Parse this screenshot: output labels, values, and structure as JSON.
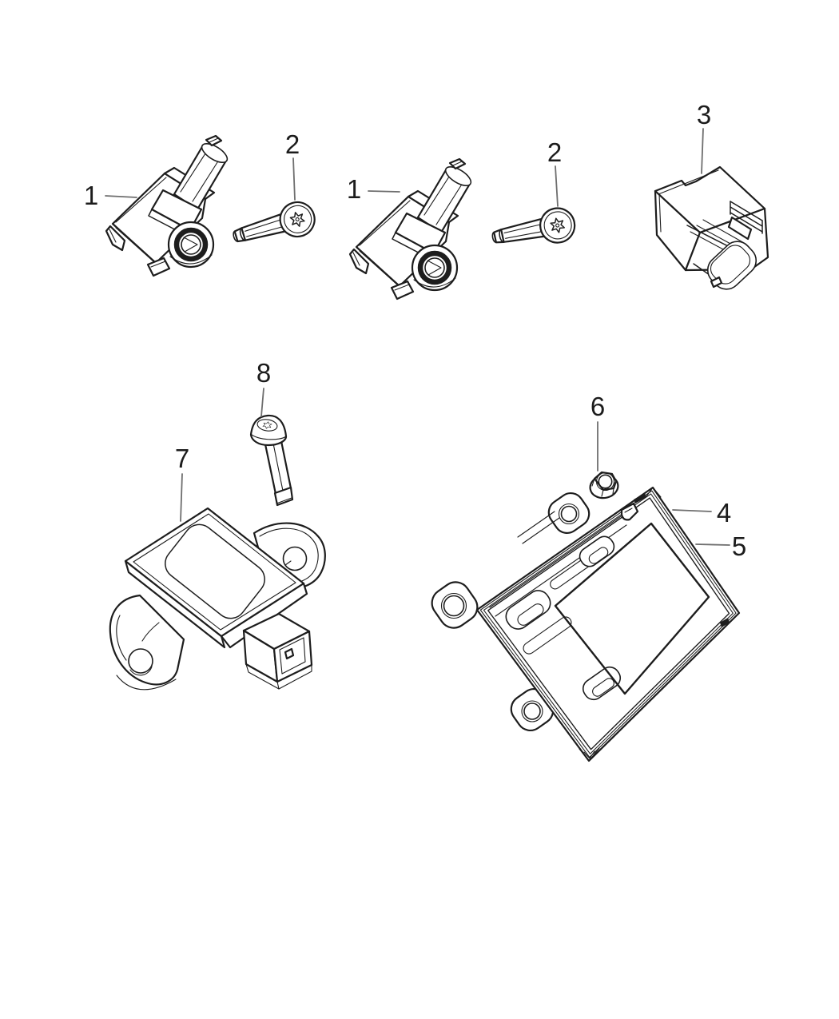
{
  "diagram": {
    "background_color": "#ffffff",
    "line_color": "#1d1d1d",
    "leader_line_color": "#6e6e6e",
    "callout_color": "#1c1c1c",
    "callouts": [
      {
        "label": "1"
      },
      {
        "label": "2"
      },
      {
        "label": "1"
      },
      {
        "label": "2"
      },
      {
        "label": "3"
      },
      {
        "label": "8"
      },
      {
        "label": "7"
      },
      {
        "label": "6"
      },
      {
        "label": "4"
      },
      {
        "label": "5"
      }
    ]
  }
}
